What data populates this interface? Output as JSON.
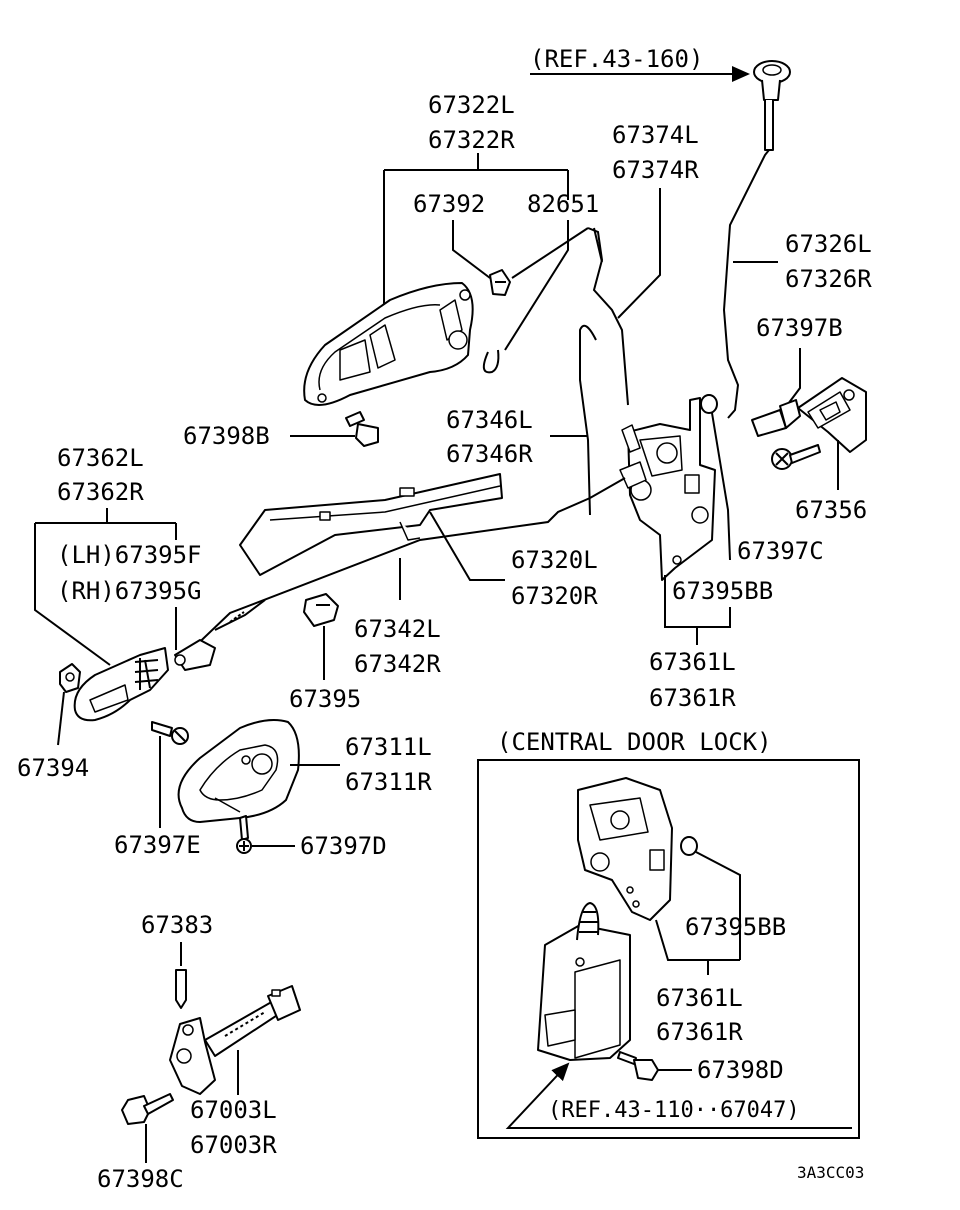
{
  "labels": {
    "ref_top": "(REF.43-160)",
    "p67322": [
      "67322L",
      "67322R"
    ],
    "p67392": "67392",
    "p82651": "82651",
    "p67374": [
      "67374L",
      "67374R"
    ],
    "p67326": [
      "67326L",
      "67326R"
    ],
    "p67397B": "67397B",
    "p67356": "67356",
    "p67397C": "67397C",
    "p67398B": "67398B",
    "p67346": [
      "67346L",
      "67346R"
    ],
    "p67362": [
      "67362L",
      "67362R"
    ],
    "p67395F": "(LH)67395F",
    "p67395G": "(RH)67395G",
    "p67320": [
      "67320L",
      "67320R"
    ],
    "p67395BB": "67395BB",
    "p67342": [
      "67342L",
      "67342R"
    ],
    "p67361": [
      "67361L",
      "67361R"
    ],
    "p67395": "67395",
    "p67394": "67394",
    "p67311": [
      "67311L",
      "67311R"
    ],
    "central_title": "(CENTRAL DOOR LOCK)",
    "p67397E": "67397E",
    "p67397D": "67397D",
    "p67383": "67383",
    "c67395BB": "67395BB",
    "c67361": [
      "67361L",
      "67361R"
    ],
    "c67398D": "67398D",
    "p67003": [
      "67003L",
      "67003R"
    ],
    "p67398C": "67398C",
    "ref_bottom": "(REF.43-110··67047)",
    "code": "3A3CC03"
  }
}
